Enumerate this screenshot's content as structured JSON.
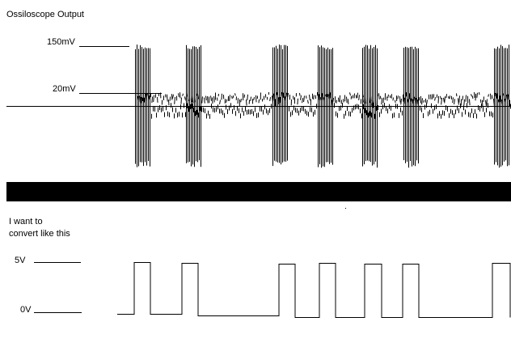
{
  "title": "Ossiloscope Output",
  "scope": {
    "level_high_label": "150mV",
    "level_low_label": "20mV"
  },
  "note_line1": "I want to",
  "note_line2": "convert like this",
  "digital": {
    "level_high_label": "5V",
    "level_low_label": "0V"
  },
  "colors": {
    "ink": "#000000",
    "background": "#ffffff",
    "divider": "#000000"
  }
}
